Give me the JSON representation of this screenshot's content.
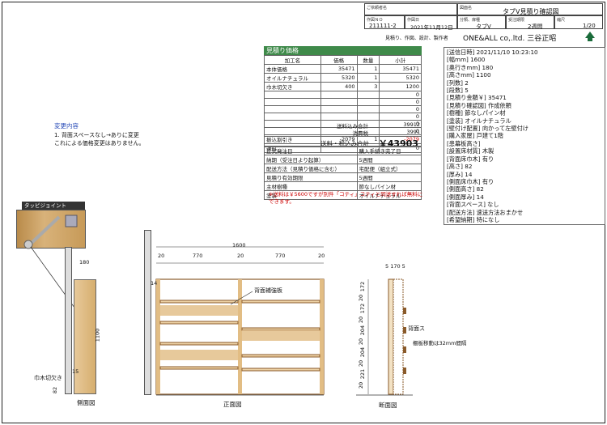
{
  "title_block": {
    "customer_label": "ご依頼者名",
    "drawing_label": "図面名",
    "drawing_name": "タブV見積り確認図",
    "job_no_label": "作図ＮＯ",
    "job_no": "211111-2",
    "date_label": "作図日",
    "date": "2021年11月12日",
    "category_label": "分類、扉種",
    "category": "タブV",
    "lead_label": "受注期限",
    "lead": "2週間",
    "scale_label": "縮尺",
    "scale": "1/20",
    "maker_label": "見積り、作図、設計、製作者",
    "maker": "ONE&ALL co,.ltd. 三谷正昭"
  },
  "estimate": {
    "header": "見積り価格",
    "columns": [
      "加工名",
      "価格",
      "数量",
      "小計"
    ],
    "rows": [
      {
        "name": "本体価格",
        "price": "35471",
        "qty": "1",
        "sub": "35471",
        "neg": false
      },
      {
        "name": "オイルナチュラル",
        "price": "5320",
        "qty": "1",
        "sub": "5320",
        "neg": false
      },
      {
        "name": "巾木切欠き",
        "price": "400",
        "qty": "3",
        "sub": "1200",
        "neg": false
      },
      {
        "name": "",
        "price": "",
        "qty": "",
        "sub": "0",
        "neg": false
      },
      {
        "name": "",
        "price": "",
        "qty": "",
        "sub": "0",
        "neg": false
      },
      {
        "name": "",
        "price": "",
        "qty": "",
        "sub": "0",
        "neg": false
      },
      {
        "name": "",
        "price": "",
        "qty": "",
        "sub": "0",
        "neg": false
      },
      {
        "name": "",
        "price": "",
        "qty": "",
        "sub": "0",
        "neg": false
      },
      {
        "name": "",
        "price": "",
        "qty": "",
        "sub": "0",
        "neg": false
      },
      {
        "name": "振込割引き",
        "price": "-2079",
        "qty": "1",
        "sub": "-2079",
        "neg": true
      },
      {
        "name": "送料",
        "price": "",
        "qty": "",
        "sub": "0",
        "neg": false
      }
    ],
    "total_before_label": "送料込み合計",
    "total_before": "39912",
    "tax_label": "消費税",
    "tax": "3991",
    "grand_label": "送料・税込み合計",
    "grand": "￥43903",
    "terms": [
      {
        "k": "正式発注日",
        "v": "購入手続き完了日"
      },
      {
        "k": "納期（受注日より起算）",
        "v": "5週間"
      },
      {
        "k": "配送方法（見積り価格に含む）",
        "v": "宅配便（組立式）"
      },
      {
        "k": "見積り有効期限",
        "v": "5週間"
      },
      {
        "k": "主材樹種",
        "v": "節なしパイン材"
      },
      {
        "k": "塗装",
        "v": "オイルナチュラル"
      }
    ],
    "note": "※送料は￥5600ですが別件「コティ」コティと同送すれば無料にできます。"
  },
  "spec": [
    "[送信日時] 2021/11/10 10:23:10",
    "[幅mm] 1600",
    "[奥行きmm] 180",
    "[高さmm] 1100",
    "[列数] 2",
    "[段数] 5",
    "[見積り金額￥] 35471",
    "[見積り確認図] 作成依頼",
    "[樹種] 節なしパイン材",
    "[塗装] オイルナチュラル",
    "[壁付け配置] 向かって左壁付け",
    "[購入家屋] 戸建て1階",
    "[患幕板高さ]",
    "[設置床材質] 木製",
    "[背面床巾木] 有り",
    "[高さ] 82",
    "[厚み] 14",
    "[側面床巾木] 有り",
    "[側面高さ] 82",
    "[側面厚み] 14",
    "[背面スペース] なし",
    "[配送方法] 速送方法おまかせ",
    "[希望納期] 特になし"
  ],
  "change": {
    "title": "変更内容",
    "line1": "1. 背面スペースなし→ありに変更",
    "line2": "これによる価格変更はありません。"
  },
  "joint_label": "タッピジョイント",
  "drawing": {
    "w180": "180",
    "h1100": "1100",
    "skirt": "15",
    "skirt_h": "82",
    "kaboku_label": "巾木切欠き",
    "side_caption": "側面図",
    "front_caption": "正面図",
    "section_caption": "断面図",
    "w1600": "1600",
    "d20a": "20",
    "d770a": "770",
    "d20b": "20",
    "d770b": "770",
    "d20c": "20",
    "d14": "14",
    "back_strip_label": "背面補強板",
    "sec_top": "5 170 5",
    "sec_dims": [
      "172",
      "20",
      "172",
      "20",
      "204",
      "20",
      "204",
      "20",
      "221",
      "20"
    ],
    "back_space_label": "背面ス",
    "shelf_note": "棚板移動は32mm間隔"
  }
}
